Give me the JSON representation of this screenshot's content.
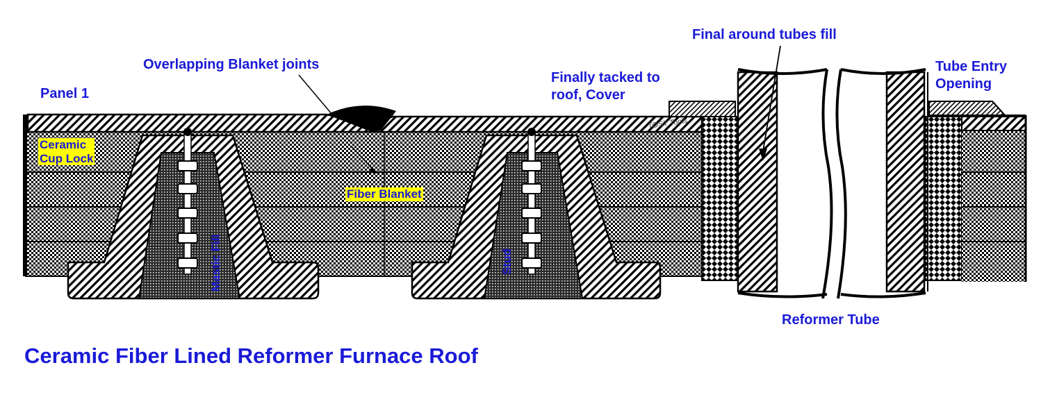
{
  "labels": {
    "panel": "Panel 1",
    "overlapping_joints": "Overlapping Blanket joints",
    "tacked_line1": "Finally tacked to",
    "tacked_line2": "roof, Cover",
    "final_fill": "Final around tubes fill",
    "tube_entry_line1": "Tube Entry",
    "tube_entry_line2": "Opening",
    "ceramic_line1": "Ceramic",
    "ceramic_line2": "Cup Lock",
    "fiber_blanket": "Fiber Blanket",
    "mastic_fill": "Mastic Fill",
    "stud": "Stud",
    "reformer_tube": "Reformer Tube"
  },
  "watermark": "TOST Tools",
  "caption": "Ceramic Fiber Lined Reformer Furnace Roof",
  "colors": {
    "label": "#1a1ad8",
    "highlight": "#ffff00",
    "line": "#000000"
  }
}
